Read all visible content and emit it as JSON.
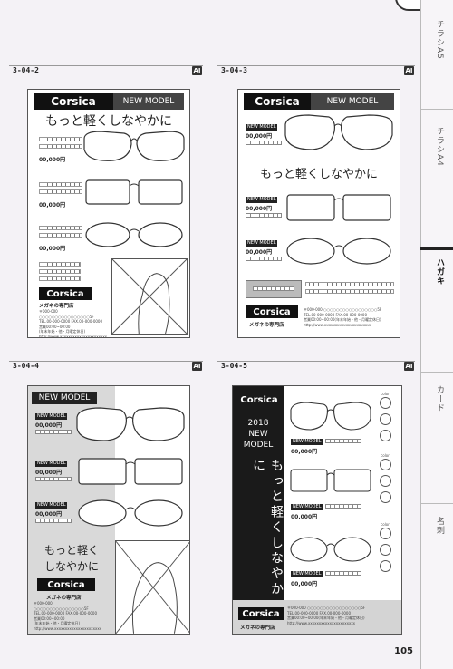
{
  "side_tabs": [
    {
      "label": "チラシA5",
      "active": false
    },
    {
      "label": "チラシA4",
      "active": false
    },
    {
      "label": "ハガキ",
      "active": true
    },
    {
      "label": "カード",
      "active": false
    },
    {
      "label": "名刺",
      "active": false
    }
  ],
  "page_number": "105",
  "templates": [
    {
      "code": "3-04-2",
      "ai": "AI",
      "brand": "Corsica",
      "new_model": "NEW MODEL",
      "headline": "もっと軽くしなやかに",
      "price": "00,000円",
      "logo": "Corsica",
      "shop": "メガネの専門店",
      "info": "〒000-000\n○○○○○○○○○○○○○○○○5F\nTEL.00-000-0000 FAX.00-000-0000\n営業00:00~00:00\n(年末年始・他・月曜定休日)\nhttp://www.xxxxxxxxxxxxxxxxxxxxxx"
    },
    {
      "code": "3-04-3",
      "ai": "AI",
      "brand": "Corsica",
      "new_model": "NEW MODEL",
      "headline": "もっと軽くしなやかに",
      "price": "00,000円",
      "label": "NEW MODEL",
      "logo": "Corsica",
      "shop": "メガネの専門店",
      "info": "〒000-000 ○○○○○○○○○○○○○○○○○5F\nTEL.00-000-0000 FAX.00-000-0000\n営業00:00~00:00(年末年始・他・月曜定休日)\nhttp://www.xxxxxxxxxxxxxxxxxxxxxx"
    },
    {
      "code": "3-04-4",
      "ai": "AI",
      "new_model": "NEW MODEL",
      "headline_line1": "もっと軽く",
      "headline_line2": "しなやかに",
      "price": "00,000円",
      "label": "NEW MODEL",
      "logo": "Corsica",
      "shop": "メガネの専門店",
      "info": "〒000-000\n○○○○○○○○○○○○○○○○5F\nTEL.00-000-0000 FAX.00-000-0000\n営業00:00~00:00\n(年末年始・他・月曜定休日)\nhttp://www.xxxxxxxxxxxxxxxxxxxxxx"
    },
    {
      "code": "3-04-5",
      "ai": "AI",
      "brand": "Corsica",
      "year": "2018",
      "new": "NEW",
      "model": "MODEL",
      "headline": "もっと軽くしなやかに",
      "price": "00,000円",
      "label": "NEW MODEL",
      "color_label": "color",
      "logo": "Corsica",
      "shop": "メガネの専門店",
      "info": "〒000-000 ○○○○○○○○○○○○○○○○○5F\nTEL.00-000-0000 FAX.00-000-0000\n営業00:00~00:00(年末年始・他・月曜定休日)\nhttp://www.xxxxxxxxxxxxxxxxxxxxxx"
    }
  ]
}
